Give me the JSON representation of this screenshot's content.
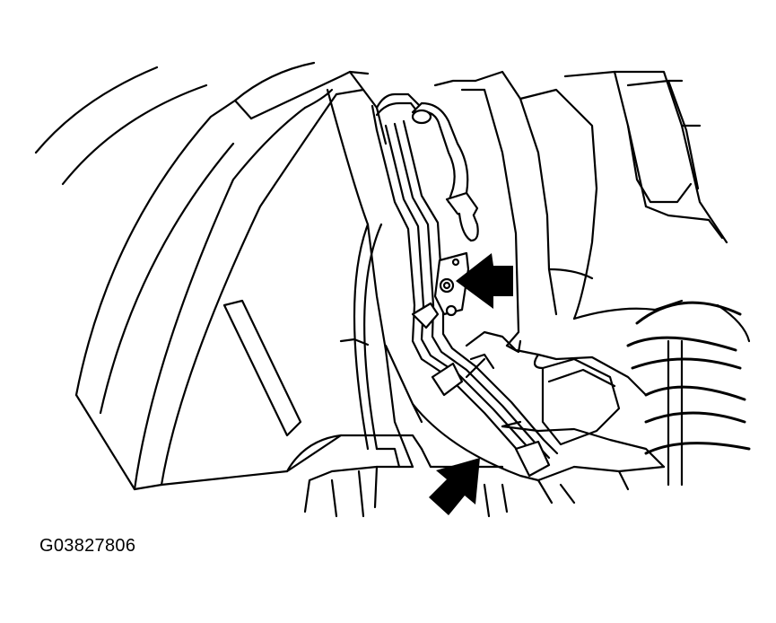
{
  "figure": {
    "code": "G03827806",
    "line_color": "#000000",
    "background_color": "#ffffff",
    "callouts": [
      {
        "icon": "arrow-left-icon",
        "points_to": "bracket-bolt"
      },
      {
        "icon": "arrow-up-right-icon",
        "points_to": "lower-line-clamp"
      }
    ]
  }
}
